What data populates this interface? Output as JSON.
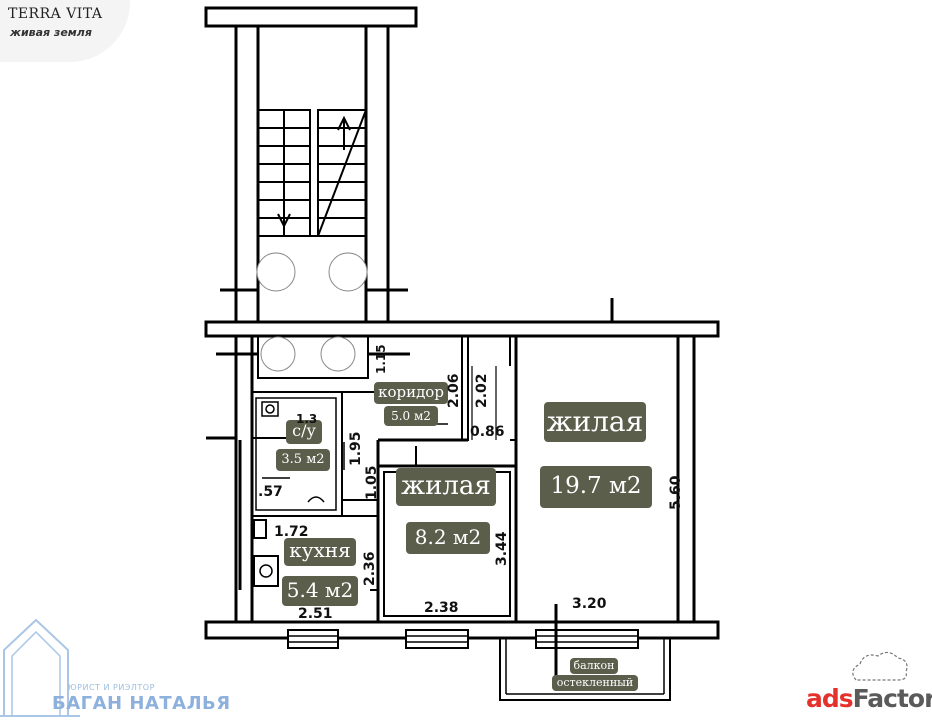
{
  "branding": {
    "title": "TERRA VITA",
    "subtitle": "живая земля"
  },
  "watermark": {
    "role": "ЮРИСТ И РИЭЛТОР",
    "name": "БАГАН НАТАЛЬЯ",
    "site_red": "ads",
    "site_rest": "Factory"
  },
  "rooms": {
    "living_big": {
      "name": "жилая",
      "area": "19.7 м2"
    },
    "living_small": {
      "name": "жилая",
      "area": "8.2 м2"
    },
    "kitchen": {
      "name": "кухня",
      "area": "5.4 м2"
    },
    "bathroom": {
      "name": "с/у",
      "area": "3.5 м2"
    },
    "corridor": {
      "name": "коридор",
      "area": "5.0 м2"
    },
    "balcony": {
      "line1": "балкон",
      "line2": "остекленный"
    }
  },
  "dimensions": {
    "d_560": "5.60",
    "d_320": "3.20",
    "d_238": "2.38",
    "d_251": "2.51",
    "d_344": "3.44",
    "d_236": "2.36",
    "d_086": "0.86",
    "d_172": "1.72",
    "d_057": ".57",
    "d_195": "1.95",
    "d_105": "1.05",
    "d_206": "2.06",
    "d_202": "2.02",
    "d_115": "1.15",
    "d_13": "1.3"
  },
  "colors": {
    "label_bg": "#5c5e4c",
    "wall": "#000000",
    "watermark_blue": "#8db1dc",
    "ads_red": "#e5312b"
  }
}
